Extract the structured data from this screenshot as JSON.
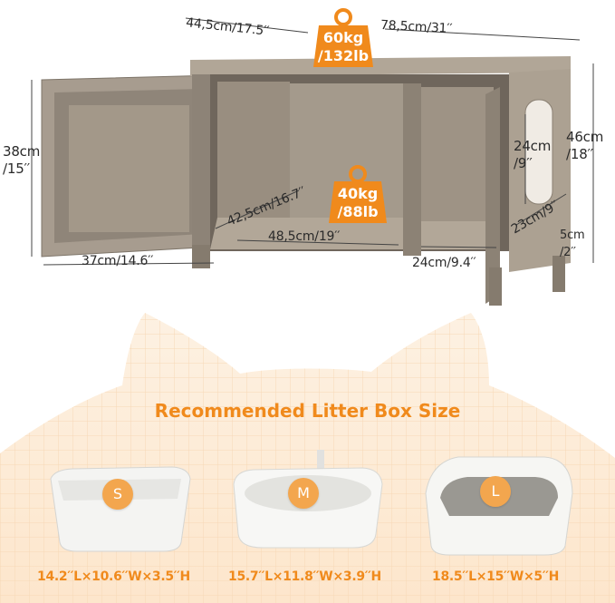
{
  "dimensions": {
    "depth": "44,5cm/17.5′′",
    "width": "78,5cm/31′′",
    "door_height_cm": "38cm",
    "door_height_in": "/15′′",
    "total_height_cm": "46cm",
    "total_height_in": "/18′′",
    "inner_depth": "42,5cm/16.7′′",
    "inner_width": "48,5cm/19′′",
    "door_width": "37cm/14.6′′",
    "side_width": "24cm/9.4′′",
    "opening_height_cm": "24cm",
    "opening_height_in": "/9′′",
    "opening_width": "23cm/9′′",
    "leg_height_cm": "5cm",
    "leg_height_in": "/2′′"
  },
  "weights": {
    "top_kg": "60kg",
    "top_lb": "/132lb",
    "inner_kg": "40kg",
    "inner_lb": "/88lb"
  },
  "headline": "Recommended Litter Box Size",
  "boxes": [
    {
      "badge": "S",
      "size": "14.2′′L×10.6′′W×3.5′′H"
    },
    {
      "badge": "M",
      "size": "15.7′′L×11.8′′W×3.9′′H"
    },
    {
      "badge": "L",
      "size": "18.5′′L×15′′W×5′′H"
    }
  ],
  "colors": {
    "accent": "#f08a1c",
    "grid_bg": "#fdeedd",
    "wood": "#9c9184"
  }
}
